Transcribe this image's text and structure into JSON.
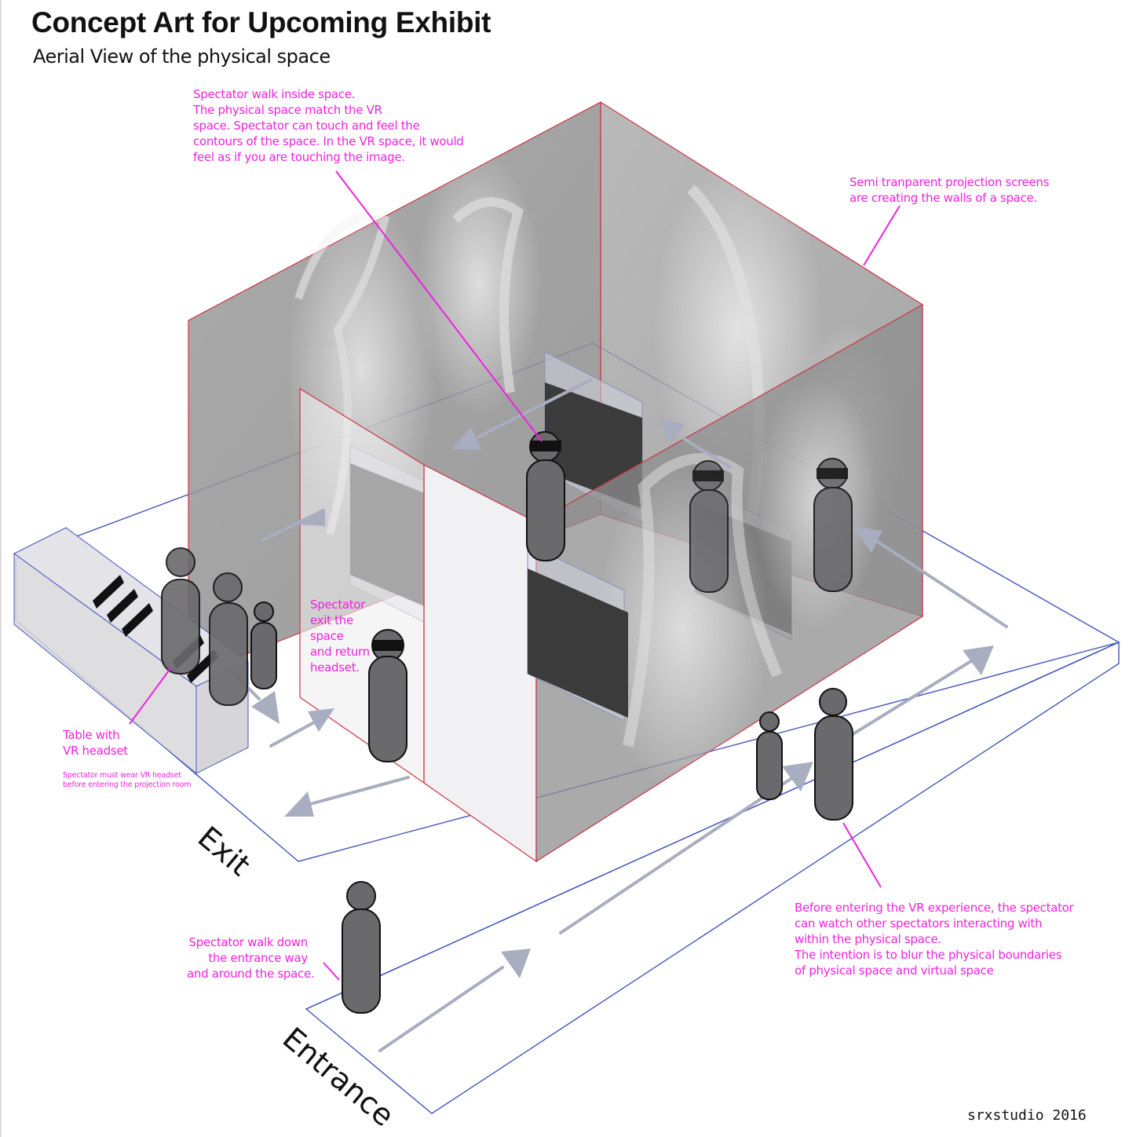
{
  "title": "Concept Art for Upcoming Exhibit",
  "subtitle": "Aerial View of the physical space",
  "colors": {
    "annotation": "#ee22dd",
    "floor_outline": "#4455bb",
    "wall_outline": "#cc3344",
    "figure": "#6a6a6c",
    "arrow": "#a8adbf"
  },
  "annotations": {
    "walk_inside": [
      "Spectator walk inside space.",
      "The physical space match the VR",
      "space. Spectator can touch and feel the",
      "contours of the space. In the VR space, it would",
      "feel as if you are touching the image."
    ],
    "screens": [
      "Semi tranparent projection screens",
      "are creating the walls of a space."
    ],
    "exit_space": [
      "Spectator",
      "exit the",
      "space",
      "and return",
      "headset."
    ],
    "table": [
      "Table with",
      "VR headset"
    ],
    "table_note": [
      "Spectator must wear VR headset",
      "before entering the projection room"
    ],
    "walk_down": [
      "Spectator walk down",
      "the entrance way",
      "and around the space."
    ],
    "before_entering": [
      "Before entering the VR experience, the spectator",
      "can watch other spectators interacting with",
      "within the physical space.",
      "The intention is to blur the physical boundaries",
      "of physical space and virtual space"
    ]
  },
  "labels": {
    "exit": "Exit",
    "entrance": "Entrance"
  },
  "credit": "srxstudio 2016",
  "icons": [
    "person-icon",
    "vr-headset-icon",
    "direction-arrow-icon"
  ]
}
